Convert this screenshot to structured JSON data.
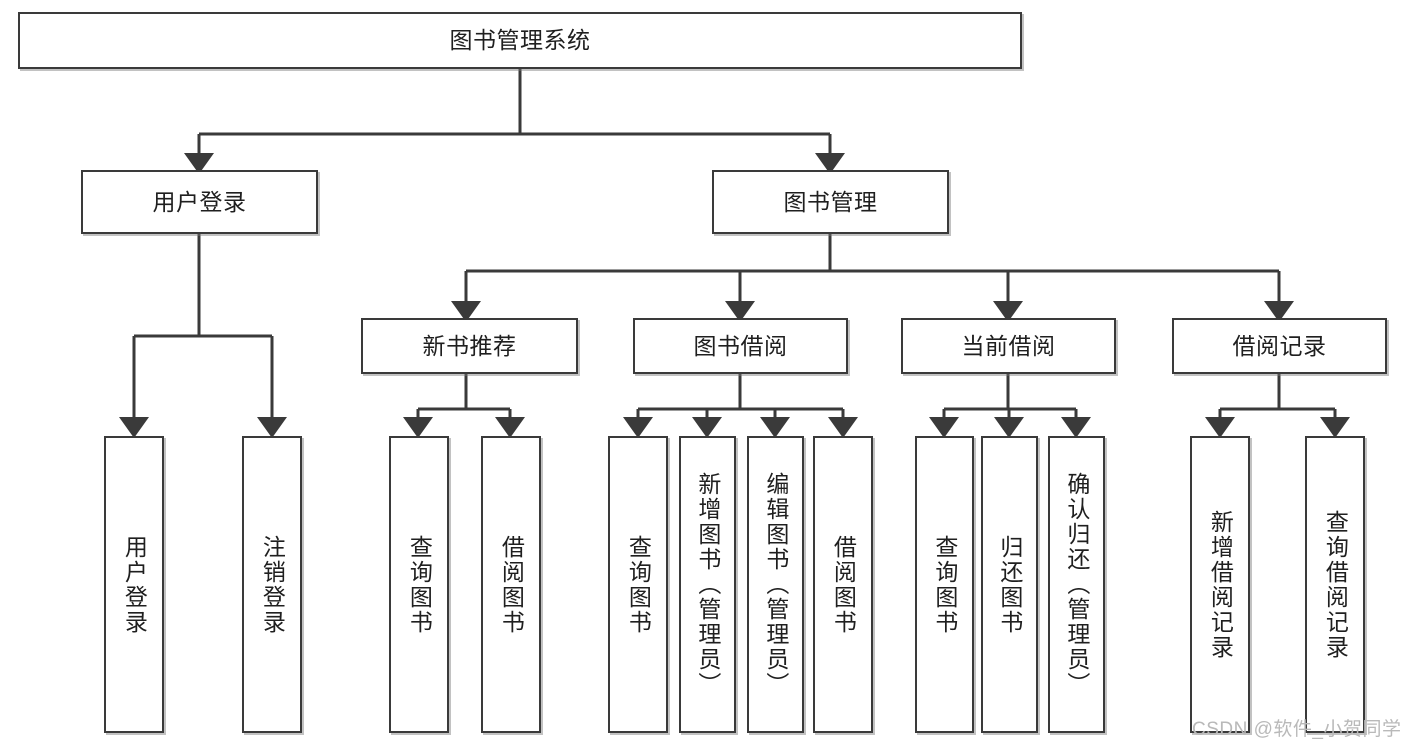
{
  "diagram": {
    "type": "tree-hierarchy",
    "title": "图书管理系统",
    "root": {
      "id": "root",
      "label": "图书管理系统"
    },
    "level2": [
      {
        "id": "user-login",
        "label": "用户登录"
      },
      {
        "id": "book-manage",
        "label": "图书管理"
      }
    ],
    "level3": [
      {
        "id": "new-book-recommend",
        "label": "新书推荐",
        "parent": "book-manage"
      },
      {
        "id": "book-borrow",
        "label": "图书借阅",
        "parent": "book-manage"
      },
      {
        "id": "current-borrow",
        "label": "当前借阅",
        "parent": "book-manage"
      },
      {
        "id": "borrow-record",
        "label": "借阅记录",
        "parent": "book-manage"
      }
    ],
    "leaves": [
      {
        "id": "leaf-user-login",
        "label": "用户登录",
        "parent": "user-login"
      },
      {
        "id": "leaf-logout",
        "label": "注销登录",
        "parent": "user-login"
      },
      {
        "id": "leaf-query-book-1",
        "label": "查询图书",
        "parent": "new-book-recommend"
      },
      {
        "id": "leaf-borrow-book-1",
        "label": "借阅图书",
        "parent": "new-book-recommend"
      },
      {
        "id": "leaf-query-book-2",
        "label": "查询图书",
        "parent": "book-borrow"
      },
      {
        "id": "leaf-add-book",
        "label": "新增图书（管理员）",
        "parent": "book-borrow"
      },
      {
        "id": "leaf-edit-book",
        "label": "编辑图书（管理员）",
        "parent": "book-borrow"
      },
      {
        "id": "leaf-borrow-book-2",
        "label": "借阅图书",
        "parent": "book-borrow"
      },
      {
        "id": "leaf-query-book-3",
        "label": "查询图书",
        "parent": "current-borrow"
      },
      {
        "id": "leaf-return-book",
        "label": "归还图书",
        "parent": "current-borrow"
      },
      {
        "id": "leaf-confirm-return",
        "label": "确认归还（管理员）",
        "parent": "current-borrow"
      },
      {
        "id": "leaf-add-record",
        "label": "新增借阅记录",
        "parent": "borrow-record"
      },
      {
        "id": "leaf-query-record",
        "label": "查询借阅记录",
        "parent": "borrow-record"
      }
    ]
  },
  "watermark": {
    "text": "CSDN @软件_小贺同学"
  },
  "colors": {
    "stroke": "#3a3a3a",
    "box_fill": "#ffffff",
    "text": "#1f1f1f",
    "watermark": "#b9b9b9",
    "background": "#ffffff"
  }
}
